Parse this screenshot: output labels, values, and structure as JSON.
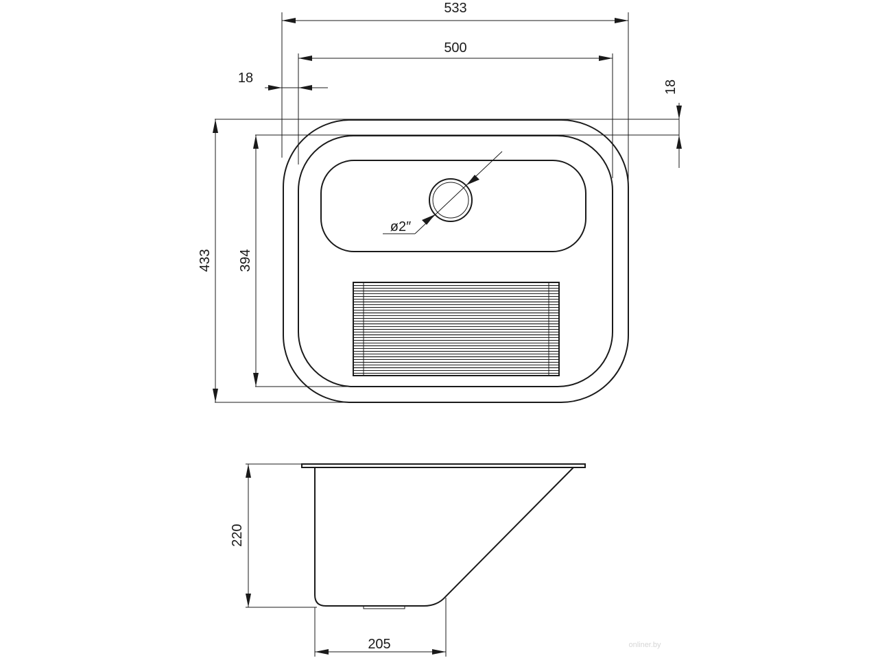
{
  "dimensions": {
    "outer_width": "533",
    "inner_width": "500",
    "flange_left": "18",
    "flange_top": "18",
    "outer_depth": "433",
    "inner_depth": "394",
    "drain_diameter": "ø2″",
    "basin_height": "220",
    "bottom_width": "205"
  },
  "watermark": "onliner.by",
  "colors": {
    "line": "#1a1a1a",
    "background": "#ffffff"
  }
}
